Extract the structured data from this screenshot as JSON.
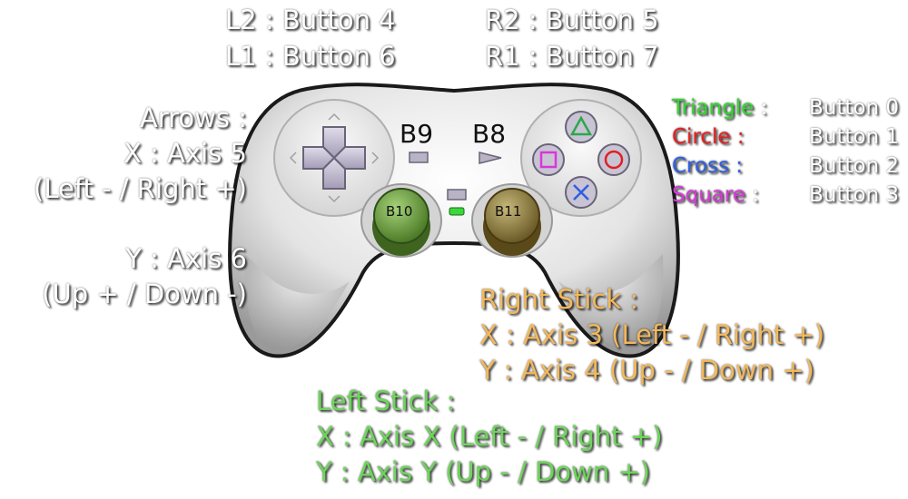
{
  "shoulders": {
    "l2": "L2 : Button 4",
    "l1": "L1 : Button 6",
    "r2": "R2 : Button 5",
    "r1": "R1 : Button 7"
  },
  "arrows": {
    "title": "Arrows :",
    "x": "X : Axis 5",
    "x_dir": "(Left - / Right +)",
    "y": "Y : Axis 6",
    "y_dir": "(Up + / Down -)"
  },
  "center_buttons": {
    "b9": "B9",
    "b8": "B8",
    "b10": "B10",
    "b11": "B11"
  },
  "face_buttons": [
    {
      "name": "Triangle",
      "sep": " :",
      "value": "Button 0",
      "color": "#2fd82f"
    },
    {
      "name": "Circle",
      "sep": " :",
      "value": "Button 1",
      "color": "#e82020"
    },
    {
      "name": "Cross",
      "sep": " :",
      "value": "Button 2",
      "color": "#2f5fe0"
    },
    {
      "name": "Square",
      "sep": " :",
      "value": "Button 3",
      "color": "#d838d8"
    }
  ],
  "right_stick": {
    "title": "Right Stick :",
    "x": "X : Axis 3 (Left - / Right +)",
    "y": "Y : Axis 4 (Up - /  Down +)"
  },
  "left_stick": {
    "title": "Left Stick :",
    "x": "X : Axis X (Left - / Right +)",
    "y": "Y : Axis Y (Up - /  Down +)"
  },
  "colors": {
    "body": "#e2e2e2",
    "outline": "#1a1a1a",
    "stick_left": "#6a9a3a",
    "stick_right": "#8a7a3a",
    "led": "#3ad83a",
    "label_orange": "#f2b85c",
    "label_green": "#6dd45b"
  }
}
